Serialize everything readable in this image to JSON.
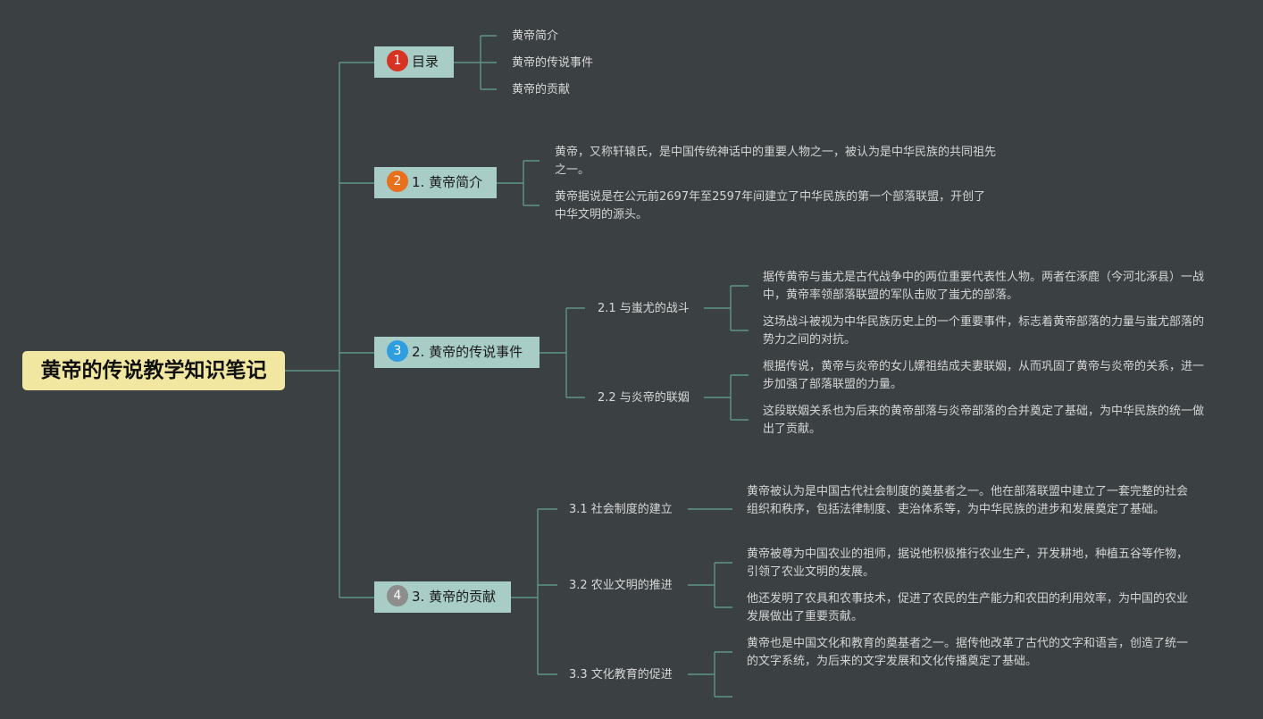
{
  "colors": {
    "background": "#3b4042",
    "root": "#f1e7a0",
    "branch": "#a8ccc6",
    "line": "#5f9488",
    "badge1": "#d73324",
    "badge2": "#e8701c",
    "badge3": "#2f9ee0",
    "badge4": "#8d8d8d"
  },
  "root": {
    "label": "黄帝的传说教学知识笔记"
  },
  "branches": [
    {
      "number": "1",
      "label": "目录",
      "items": [
        "黄帝简介",
        "黄帝的传说事件",
        "黄帝的贡献"
      ]
    },
    {
      "number": "2",
      "label": "1. 黄帝简介",
      "notes": [
        "黄帝，又称轩辕氏，是中国传统神话中的重要人物之一，被认为是中华民族的共同祖先之一。",
        "黄帝据说是在公元前2697年至2597年间建立了中华民族的第一个部落联盟，开创了中华文明的源头。"
      ]
    },
    {
      "number": "3",
      "label": "2. 黄帝的传说事件",
      "subs": [
        {
          "label": "2.1 与蚩尤的战斗",
          "notes": [
            "据传黄帝与蚩尤是古代战争中的两位重要代表性人物。两者在涿鹿（今河北涿县）一战中，黄帝率领部落联盟的军队击败了蚩尤的部落。",
            "这场战斗被视为中华民族历史上的一个重要事件，标志着黄帝部落的力量与蚩尤部落的势力之间的对抗。"
          ]
        },
        {
          "label": "2.2 与炎帝的联姻",
          "notes": [
            "根据传说，黄帝与炎帝的女儿嫘祖结成夫妻联姻，从而巩固了黄帝与炎帝的关系，进一步加强了部落联盟的力量。",
            "这段联姻关系也为后来的黄帝部落与炎帝部落的合并奠定了基础，为中华民族的统一做出了贡献。"
          ]
        }
      ]
    },
    {
      "number": "4",
      "label": "3. 黄帝的贡献",
      "subs": [
        {
          "label": "3.1 社会制度的建立",
          "notes": [
            "黄帝被认为是中国古代社会制度的奠基者之一。他在部落联盟中建立了一套完整的社会组织和秩序，包括法律制度、吏治体系等，为中华民族的进步和发展奠定了基础。"
          ]
        },
        {
          "label": "3.2 农业文明的推进",
          "notes": [
            "黄帝被尊为中国农业的祖师，据说他积极推行农业生产，开发耕地，种植五谷等作物，引领了农业文明的发展。",
            "他还发明了农具和农事技术，促进了农民的生产能力和农田的利用效率，为中国的农业发展做出了重要贡献。"
          ]
        },
        {
          "label": "3.3 文化教育的促进",
          "notes": [
            "黄帝也是中国文化和教育的奠基者之一。据传他改革了古代的文字和语言，创造了统一的文字系统，为后来的文字发展和文化传播奠定了基础。",
            ""
          ]
        }
      ]
    }
  ]
}
